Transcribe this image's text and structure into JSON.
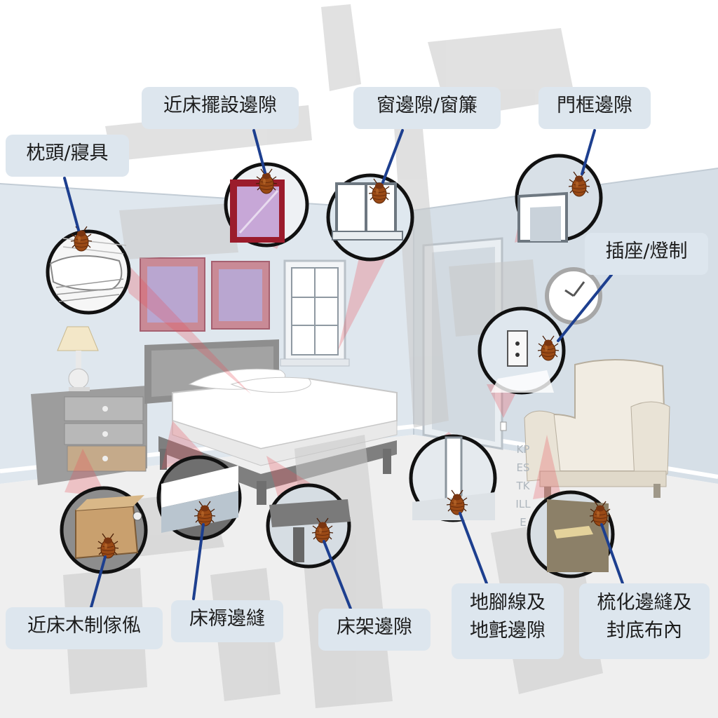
{
  "labels": {
    "near_bed_furnishing_gaps": "近床擺設邊隙",
    "window_gaps_curtains": "窗邊隙/窗簾",
    "door_frame_gaps": "門框邊隙",
    "pillow_bedding": "枕頭/寢具",
    "socket_lights": "插座/燈制",
    "near_bed_wood_furniture": "近床木制傢俬",
    "mattress_seams": "床褥邊縫",
    "bed_frame_gaps": "床架邊隙",
    "skirting_carpet_gaps_line1": "地腳線及",
    "skirting_carpet_gaps_line2": "地氈邊隙",
    "upholstery_seams_line1": "梳化邊縫及",
    "upholstery_seams_line2": "封底布內"
  },
  "watermark": {
    "vertical_text": "KPESTKILLE"
  },
  "colors": {
    "label_bg": "#dde6ee",
    "pointer_line": "#1d3f8f",
    "highlight_cone": "#e8505b",
    "bug_body": "#9a4a16",
    "circle_border": "#111111",
    "wall": "#dfe7ee",
    "floor": "#eeeeee",
    "watermark": "#c9c9c9"
  },
  "icons": {
    "pest": "bed-bug-icon",
    "clock": "wall-clock-icon",
    "lamp": "table-lamp-icon"
  }
}
